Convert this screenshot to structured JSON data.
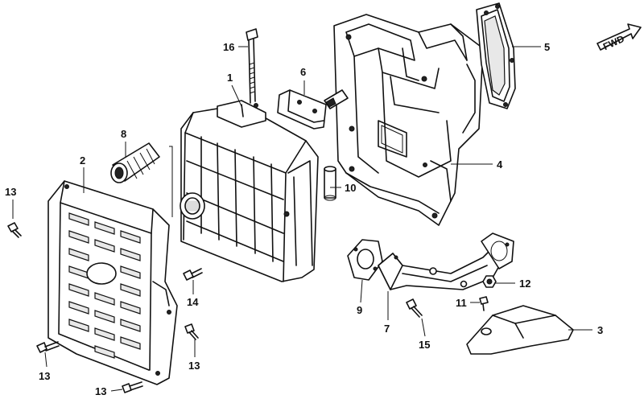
{
  "direction": {
    "label": "FWD"
  },
  "callouts": [
    {
      "id": "c16",
      "text": "16"
    },
    {
      "id": "c1",
      "text": "1"
    },
    {
      "id": "c6",
      "text": "6"
    },
    {
      "id": "c5",
      "text": "5"
    },
    {
      "id": "c8",
      "text": "8"
    },
    {
      "id": "c2",
      "text": "2"
    },
    {
      "id": "c4",
      "text": "4"
    },
    {
      "id": "c10",
      "text": "10"
    },
    {
      "id": "c13a",
      "text": "13"
    },
    {
      "id": "c14",
      "text": "14"
    },
    {
      "id": "c9",
      "text": "9"
    },
    {
      "id": "c12",
      "text": "12"
    },
    {
      "id": "c11",
      "text": "11"
    },
    {
      "id": "c7",
      "text": "7"
    },
    {
      "id": "c15",
      "text": "15"
    },
    {
      "id": "c3",
      "text": "3"
    },
    {
      "id": "c13b",
      "text": "13"
    },
    {
      "id": "c13c",
      "text": "13"
    },
    {
      "id": "c13d",
      "text": "13"
    }
  ]
}
